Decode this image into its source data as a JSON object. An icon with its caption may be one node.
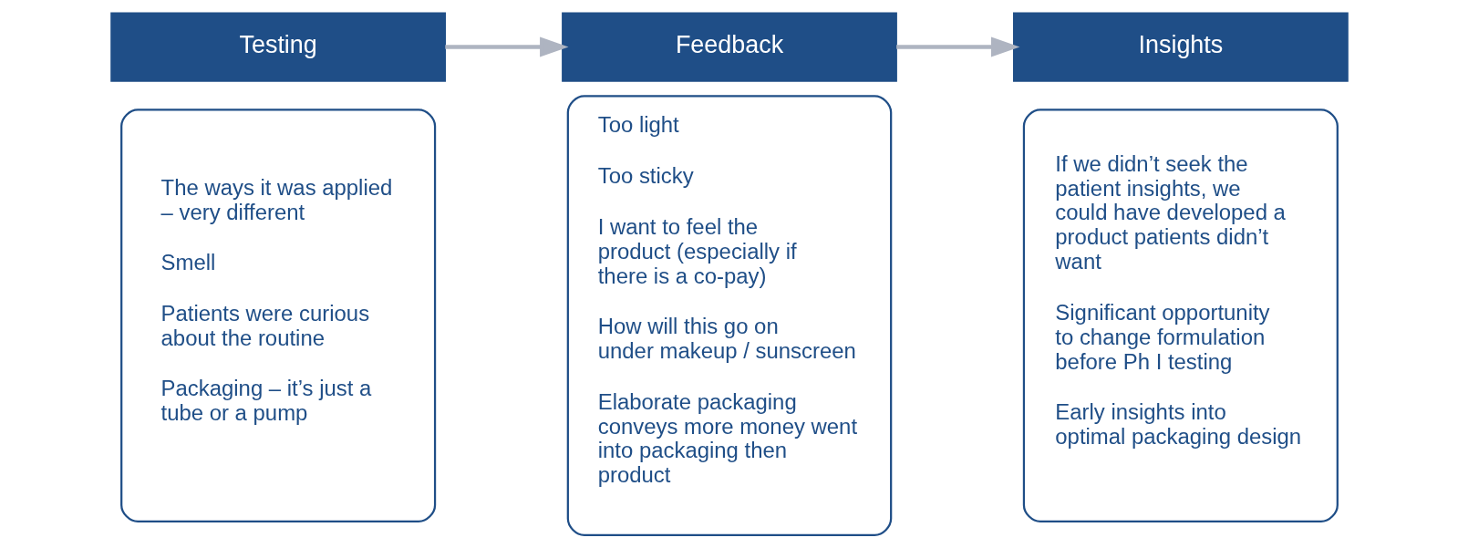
{
  "diagram": {
    "nodes": [
      {
        "text": [
          "Testing"
        ]
      },
      {
        "text": [
          "The ways it was applied – very different",
          "Smell",
          "Patients were curious about the routine",
          "Packaging – it’s just a tube or a pump"
        ]
      },
      {
        "text": [
          "Feedback"
        ]
      },
      {
        "text": [
          "Too light",
          "Too sticky",
          "I want to feel the product (especially if there is a co-pay)",
          "How will this go on under makeup / sunscreen",
          "Elaborate packaging conveys more money went into packaging then product"
        ]
      },
      {
        "text": [
          "Insights"
        ]
      },
      {
        "text": [
          "If we didn’t seek the patient insights, we could have developed a product patients didn’t want",
          "Significant opportunity to change formulation before Ph I testing",
          "Early insights into optimal packaging design"
        ]
      }
    ],
    "edges": [
      {
        "from": 0,
        "to": 2,
        "arrow": "to"
      },
      {
        "from": 2,
        "to": 4,
        "arrow": "to"
      }
    ]
  }
}
